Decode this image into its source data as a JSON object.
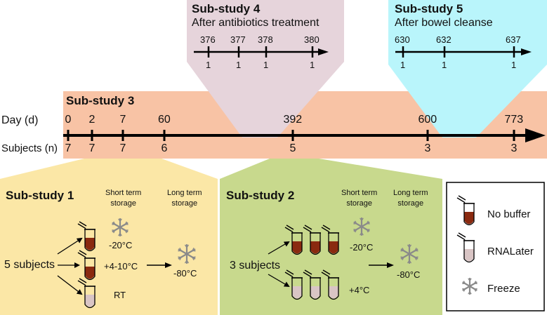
{
  "colors": {
    "sub3": "#f8c3a5",
    "sub4": "#e6d4db",
    "sub5": "#b9f5fb",
    "sub1": "#fbe7a6",
    "sub2": "#c8d98d",
    "blood": "#8a2a10",
    "rnalater": "#d9c5c5",
    "snowflake": "#8a8a8a"
  },
  "substudy3": {
    "title": "Sub-study 3",
    "day_label": "Day (d)",
    "subjects_label": "Subjects (n)",
    "days": [
      "0",
      "2",
      "7",
      "60",
      "392",
      "600",
      "773"
    ],
    "subjects": [
      "7",
      "7",
      "7",
      "6",
      "5",
      "3",
      "3"
    ]
  },
  "substudy4": {
    "title": "Sub-study 4",
    "subtitle": "After antibiotics treatment",
    "days": [
      "376",
      "377",
      "378",
      "380"
    ],
    "subjects": [
      "1",
      "1",
      "1",
      "1"
    ]
  },
  "substudy5": {
    "title": "Sub-study 5",
    "subtitle": "After bowel cleanse",
    "days": [
      "630",
      "632",
      "637"
    ],
    "subjects": [
      "1",
      "1",
      "1"
    ]
  },
  "substudy1": {
    "title": "Sub-study 1",
    "short_term": "Short term\nstorage",
    "long_term": "Long term\nstorage",
    "subjects": "5 subjects",
    "temps": [
      "-20°C",
      "+4-10°C",
      "RT"
    ],
    "long_temp": "-80°C"
  },
  "substudy2": {
    "title": "Sub-study 2",
    "short_term": "Short term\nstorage",
    "long_term": "Long term\nstorage",
    "subjects": "3 subjects",
    "temps": [
      "-20°C",
      "+4°C"
    ],
    "long_temp": "-80°C"
  },
  "legend": {
    "items": [
      "No buffer",
      "RNALater",
      "Freeze"
    ]
  }
}
